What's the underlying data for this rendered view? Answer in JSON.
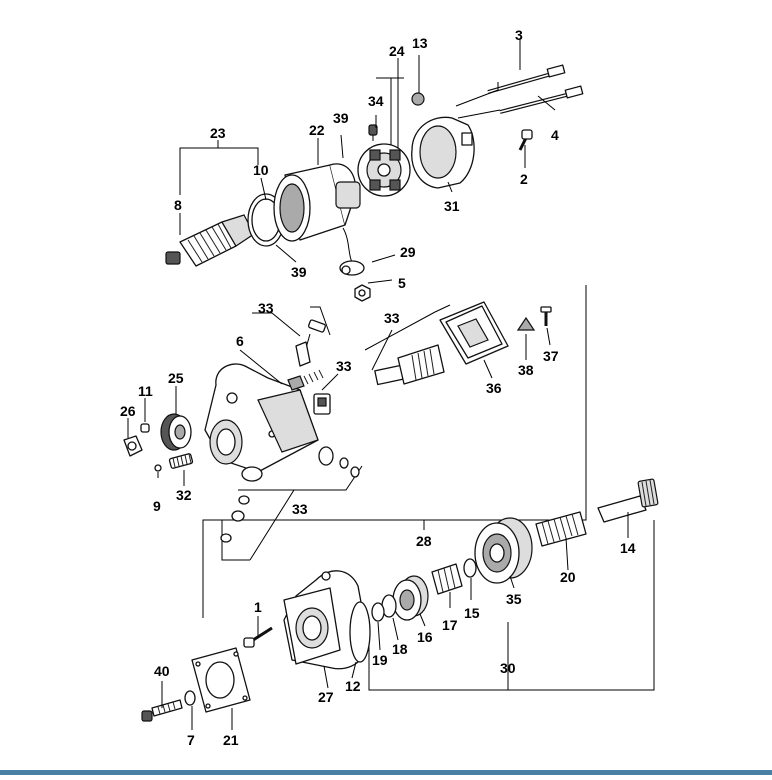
{
  "labels": {
    "l1": "1",
    "l2": "2",
    "l3": "3",
    "l4": "4",
    "l5": "5",
    "l6": "6",
    "l7": "7",
    "l8": "8",
    "l9": "9",
    "l10": "10",
    "l11": "11",
    "l12": "12",
    "l13": "13",
    "l14": "14",
    "l15": "15",
    "l16": "16",
    "l17": "17",
    "l19": "19",
    "l18": "18",
    "l20": "20",
    "l21": "21",
    "l22": "22",
    "l23": "23",
    "l24": "24",
    "l25": "25",
    "l26": "26",
    "l27": "27",
    "l28": "28",
    "l29": "29",
    "l30": "30",
    "l31": "31",
    "l32": "32",
    "l33a": "33",
    "l33b": "33",
    "l33c": "33",
    "l33d": "33",
    "l34": "34",
    "l35": "35",
    "l36": "36",
    "l37": "37",
    "l38": "38",
    "l39a": "39",
    "l39b": "39",
    "l40": "40"
  },
  "colors": {
    "bottom_bar": "#4a7fa6"
  }
}
